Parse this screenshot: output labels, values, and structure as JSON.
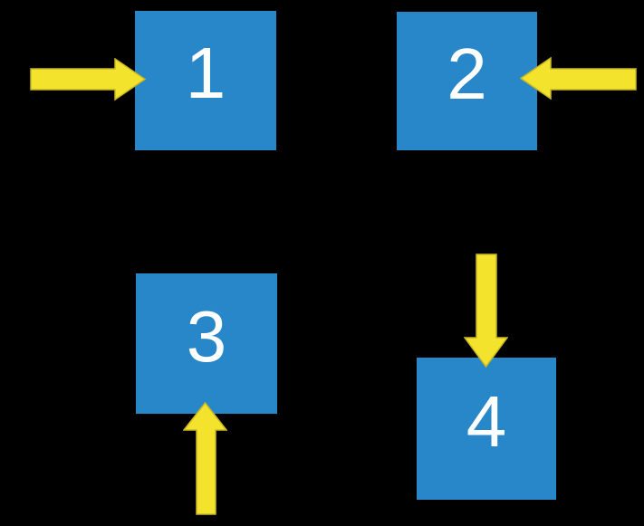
{
  "diagram": {
    "background_color": "#000000",
    "box_color": "#2787C8",
    "label_color": "#FFFFFF",
    "arrow_fill_color": "#F3E32D",
    "arrow_border_color": "#C8B723",
    "boxes": [
      {
        "label": "1",
        "position": "top-left",
        "arrow_direction": "right",
        "arrow_enters_from": "left side"
      },
      {
        "label": "2",
        "position": "top-right",
        "arrow_direction": "left",
        "arrow_enters_from": "right side"
      },
      {
        "label": "3",
        "position": "bottom-left",
        "arrow_direction": "up",
        "arrow_enters_from": "bottom side"
      },
      {
        "label": "4",
        "position": "bottom-right",
        "arrow_direction": "down",
        "arrow_enters_from": "top side"
      }
    ]
  }
}
